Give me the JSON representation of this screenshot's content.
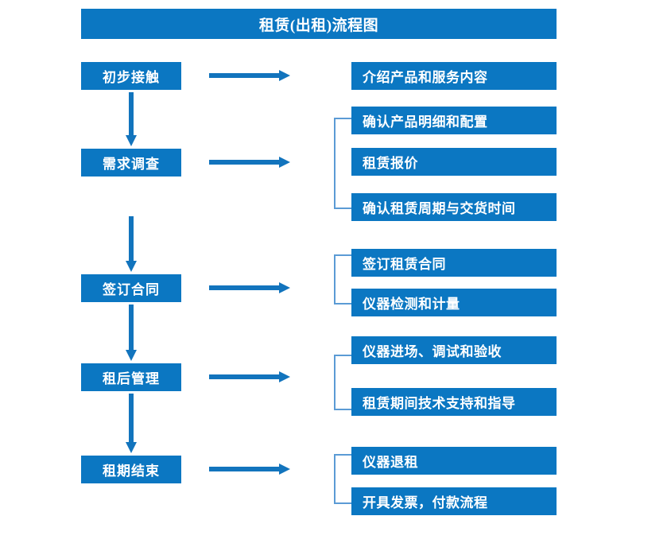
{
  "diagram": {
    "title": "租赁(出租)流程图",
    "accent_color": "#0b77c2",
    "bracket_color": "#5b9bd5",
    "text_color": "#ffffff",
    "background_color": "#ffffff"
  },
  "stages": [
    {
      "label": "初步接触"
    },
    {
      "label": "需求调查"
    },
    {
      "label": "签订合同"
    },
    {
      "label": "租后管理"
    },
    {
      "label": "租期结束"
    }
  ],
  "details": [
    {
      "label": "介绍产品和服务内容"
    },
    {
      "label": "确认产品明细和配置"
    },
    {
      "label": "租赁报价"
    },
    {
      "label": "确认租赁周期与交货时间"
    },
    {
      "label": "签订租赁合同"
    },
    {
      "label": "仪器检测和计量"
    },
    {
      "label": "仪器进场、调试和验收"
    },
    {
      "label": "租赁期间技术支持和指导"
    },
    {
      "label": "仪器退租"
    },
    {
      "label": "开具发票，付款流程"
    }
  ],
  "connectors": {
    "horizontal_arrow_icon": "arrow-right-icon",
    "vertical_arrow_icon": "arrow-down-icon",
    "group_bracket_icon": "bracket-icon"
  }
}
